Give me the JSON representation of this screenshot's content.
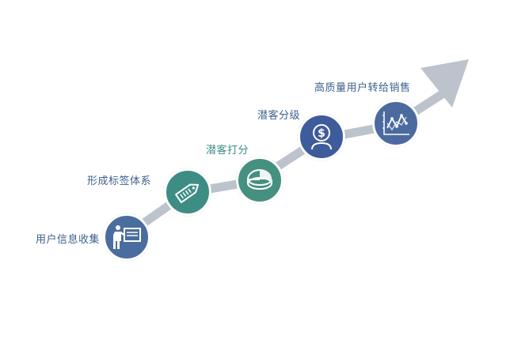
{
  "colors": {
    "track": "#bcc3cc",
    "label": "#3d5f8c",
    "label_teal": "#3b8c86"
  },
  "steps": [
    {
      "label": "用户信息收集",
      "icon": "presenter-board-icon",
      "color": "#4a6da0"
    },
    {
      "label": "形成标签体系",
      "icon": "price-tag-icon",
      "color": "#3d8d85"
    },
    {
      "label": "潜客打分",
      "icon": "pie-chart-icon",
      "color": "#46907f"
    },
    {
      "label": "潜客分级",
      "icon": "dollar-user-icon",
      "color": "#3e5b9b"
    },
    {
      "label": "高质量用户转给销售",
      "icon": "line-chart-icon",
      "color": "#4c6a9f"
    }
  ]
}
